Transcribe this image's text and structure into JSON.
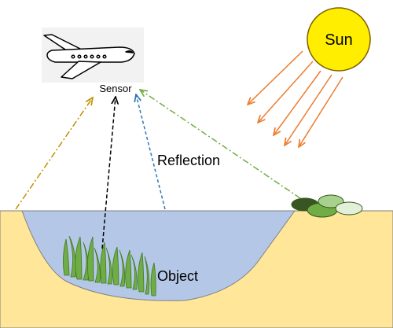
{
  "labels": {
    "sun": "Sun",
    "sensor": "Sensor",
    "reflection": "Reflection",
    "object": "Object"
  },
  "colors": {
    "sun_fill": "#ffee00",
    "sun_rays": "#ed7d31",
    "ground": "#ffe699",
    "water": "#b4c7e7",
    "vegetation": "#70ad47",
    "arrow_left_dashdot": "#bf9000",
    "arrow_sensor_black": "#000000",
    "arrow_blue": "#2e75b6",
    "arrow_green_dashdot": "#70ad47",
    "plane_panel": "#f2f2f2"
  },
  "icons": {
    "sensor_platform": "airplane-icon",
    "source": "sun-icon"
  }
}
